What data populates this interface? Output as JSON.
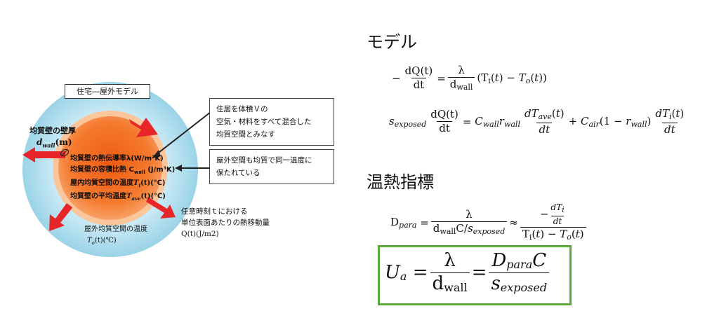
{
  "diagram": {
    "title": "住宅―屋外モデル",
    "wall_thickness_label": "均質壁の壁厚",
    "wall_thickness_symbol": "d",
    "wall_thickness_sub": "wall",
    "wall_thickness_unit": "(m)",
    "inner_lines": [
      "均質壁の熱伝導率λ(W/m²K)",
      "均質壁の容積比熱 C",
      "屋内均質空間の温度",
      "均質壁の平均温度"
    ],
    "cwall_sub": "wall",
    "cwall_unit": "(J/m³K)",
    "ti_symbol": "T",
    "ti_sub": "i",
    "ti_arg": "(t)",
    "ti_unit": "(℃)",
    "tave_symbol": "T",
    "tave_sub": "ave",
    "tave_arg": "(t)",
    "tave_unit": "(℃)",
    "outdoor_label": "屋外均質空間の温度",
    "outdoor_symbol": "T",
    "outdoor_sub": "o",
    "outdoor_arg": "(t)(℃)",
    "callout_1": [
      "住居を体積Ｖの",
      "空気・材料をすべて混合した",
      "均質空間とみなす"
    ],
    "callout_2": [
      "屋外空間も均質で同一温度に",
      "保たれている"
    ],
    "heat_flow": [
      "任意時刻ｔにおける",
      "単位表面あたりの熱移動量",
      "Q(t)(J/m2)"
    ],
    "colors": {
      "outer_circle": "#a8d8ea",
      "inner_core": "#f26a22",
      "ring": "#f8b07a",
      "arrow": "#e8262a",
      "highlight_box": "#5aab3a"
    }
  },
  "model": {
    "heading": "モデル"
  },
  "index": {
    "heading": "温熱指標"
  }
}
